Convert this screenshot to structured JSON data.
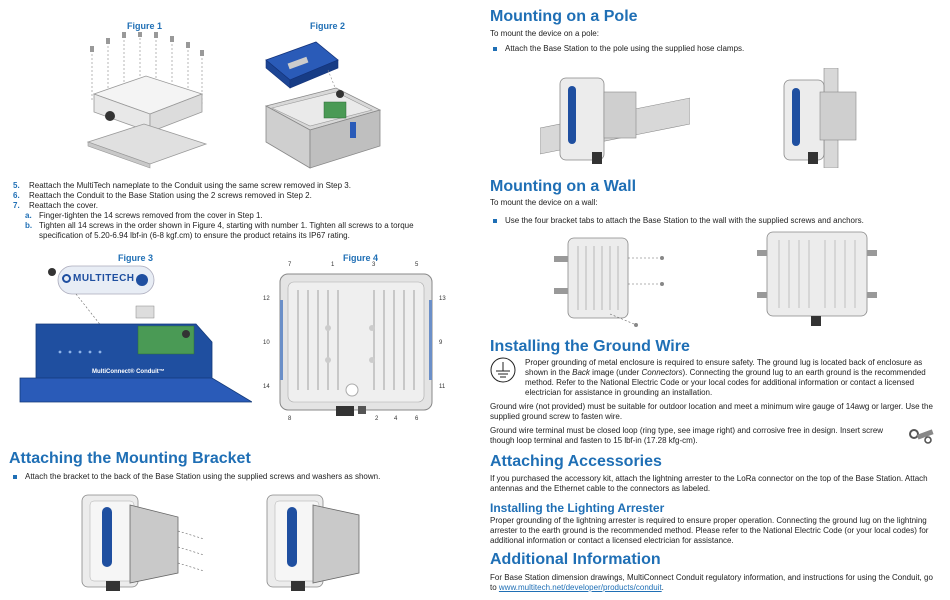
{
  "left": {
    "figure1_title": "Figure 1",
    "figure2_title": "Figure 2",
    "steps": [
      {
        "num": "5.",
        "text": "Reattach the MultiTech nameplate to the Conduit using the same screw removed in Step 3."
      },
      {
        "num": "6.",
        "text": "Reattach the Conduit to the Base Station using the 2 screws removed in Step 2."
      },
      {
        "num": "7.",
        "text": "Reattach the cover."
      }
    ],
    "substeps": [
      {
        "num": "a.",
        "text": "Finger-tighten the 14 screws removed from the cover in Step 1."
      },
      {
        "num": "b.",
        "text": "Tighten all 14 screws in the order shown in Figure 4, starting with number 1. Tighten all screws to a torque specification of 5.20-6.94 lbf-in (6-8 kgf.cm) to ensure the product retains its IP67 rating."
      }
    ],
    "figure3_title": "Figure 3",
    "figure4_title": "Figure 4",
    "figure3_logo": "MULTITECH",
    "figure3_device_label": "MultiConnect® Conduit™",
    "figure4_callouts": [
      "7",
      "1",
      "3",
      "5",
      "12",
      "13",
      "10",
      "9",
      "14",
      "11",
      "8",
      "2",
      "4",
      "6"
    ],
    "bracket_heading": "Attaching the Mounting Bracket",
    "bracket_bullet": "Attach the bracket to the back of the Base Station using the supplied screws and washers as shown."
  },
  "right": {
    "pole_heading": "Mounting on a Pole",
    "pole_intro": "To mount the device on a pole:",
    "pole_bullet": "Attach the Base Station to the pole using the supplied hose clamps.",
    "wall_heading": "Mounting on a Wall",
    "wall_intro": "To mount the device on a wall:",
    "wall_bullet": "Use the four bracket tabs to attach the Base Station to the wall with the supplied screws and anchors.",
    "ground_heading": "Installing the Ground Wire",
    "ground_p1_a": "Proper grounding of metal enclosure is required to ensure safety. The ground lug is located back of enclosure as shown in the ",
    "ground_p1_em": "Back",
    "ground_p1_b": " image (under ",
    "ground_p1_em2": "Connectors",
    "ground_p1_c": "). Connecting the ground lug to an earth ground is the recommended method. Refer to the National Electric Code or your local codes for additional information or contact a licensed electrician for assistance in grounding an installation.",
    "ground_p2": "Ground wire (not provided) must be suitable for outdoor location and meet a minimum wire gauge of 14awg or larger. Use the supplied ground screw to fasten wire.",
    "ground_p3": "Ground wire terminal must be closed loop (ring type, see image right) and corrosive free in design. Insert screw though loop terminal and fasten to 15 lbf-in (17.28 kfg-cm).",
    "accessories_heading": "Attaching Accessories",
    "accessories_p": "If you purchased the accessory kit, attach the lightning arrester to the LoRa connector on the top of the Base Station. Attach antennas and the Ethernet cable to the connectors as labeled.",
    "arrester_heading": "Installing the Lighting Arrester",
    "arrester_p": "Proper grounding of the lightning arrester is required to ensure proper operation. Connecting the ground lug on the lightning arrester to the earth ground is the recommended method. Please refer to the National Electric Code (or your local codes) for additional information or contact a licensed electrician for assistance.",
    "additional_heading": "Additional Information",
    "additional_p": "For Base Station dimension drawings, MultiConnect Conduit regulatory information, and instructions for using the Conduit, go to ",
    "additional_link": "www.multitech.net/developer/products/conduit",
    "additional_end": "."
  },
  "colors": {
    "accent": "#1f6fb5",
    "device_blue": "#1f4fa0"
  }
}
